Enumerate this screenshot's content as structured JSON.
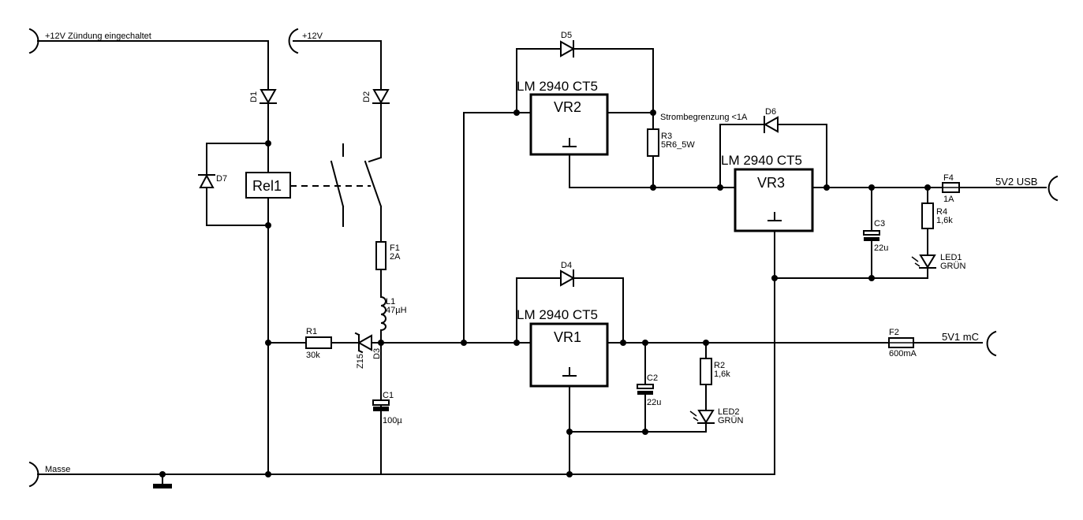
{
  "connectors": {
    "ignition": "+12V  Zündung eingechaltet",
    "battery": "+12V",
    "ground": "Masse",
    "usb_out": "5V2 USB",
    "mc_out": "5V1 mC"
  },
  "regulators": {
    "vr1": {
      "part": "LM 2940 CT5",
      "name": "VR1"
    },
    "vr2": {
      "part": "LM 2940 CT5",
      "name": "VR2"
    },
    "vr3": {
      "part": "LM 2940 CT5",
      "name": "VR3"
    }
  },
  "relay": {
    "name": "Rel1"
  },
  "diodes": {
    "d1": "D1",
    "d2": "D2",
    "d4": "D4",
    "d5": "D5",
    "d6": "D6",
    "d7": "D7"
  },
  "zener": {
    "name": "D3",
    "value": "Z15"
  },
  "resistors": {
    "r1": {
      "name": "R1",
      "value": "30k"
    },
    "r2": {
      "name": "R2",
      "value": "1,6k"
    },
    "r3": {
      "name": "R3",
      "value": "5R6_5W"
    },
    "r4": {
      "name": "R4",
      "value": "1,6k"
    }
  },
  "fuses": {
    "f1": {
      "name": "F1",
      "value": "2A"
    },
    "f2": {
      "name": "F2",
      "value": "600mA"
    },
    "f4": {
      "name": "F4",
      "value": "1A"
    }
  },
  "inductor": {
    "name": "L1",
    "value": "47µH"
  },
  "capacitors": {
    "c1": {
      "name": "C1",
      "value": "100µ"
    },
    "c2": {
      "name": "C2",
      "value": "22u"
    },
    "c3": {
      "name": "C3",
      "value": "22u"
    }
  },
  "leds": {
    "led1": {
      "name": "LED1",
      "color": "GRÜN"
    },
    "led2": {
      "name": "LED2",
      "color": "GRÜN"
    }
  },
  "notes": {
    "current_limit": "Strombegrenzung <1A"
  }
}
